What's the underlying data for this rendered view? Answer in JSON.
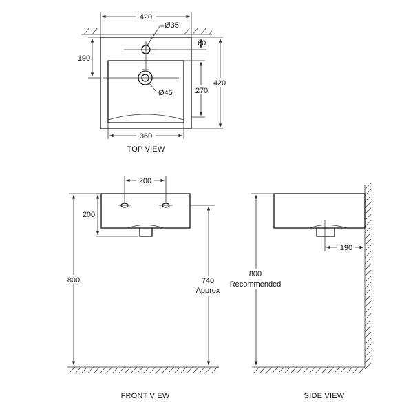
{
  "top_view": {
    "caption": "TOP VIEW",
    "dims": {
      "width_top": "420",
      "tap_hole_diameter": "Ø35",
      "tap_hole_offset": "60",
      "left_height": "190",
      "basin_depth": "270",
      "overall_depth": "420",
      "waste_diameter": "Ø45",
      "basin_width": "360"
    }
  },
  "front_view": {
    "caption": "FRONT VIEW",
    "dims": {
      "fixing_spacing": "200",
      "fixing_height": "200",
      "floor_height": "800",
      "rim_height_value": "740",
      "rim_height_note": "Approx"
    }
  },
  "side_view": {
    "caption": "SIDE VIEW",
    "dims": {
      "height_value": "800",
      "height_note": "Recommended",
      "waste_offset": "190"
    }
  }
}
